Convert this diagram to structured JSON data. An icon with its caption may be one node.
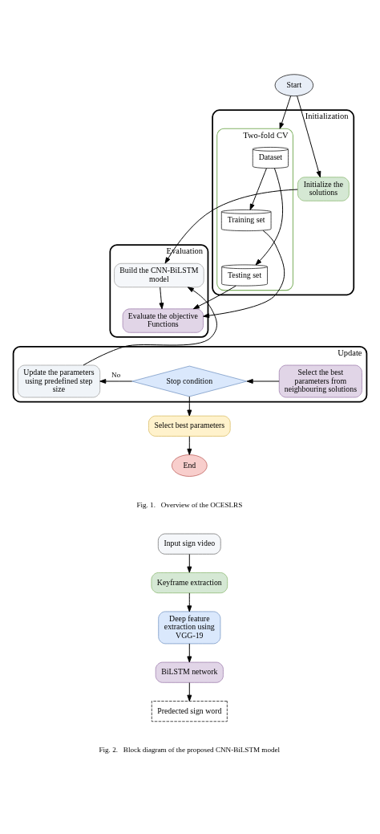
{
  "diagram": {
    "nodes": [
      {
        "text": [
          "Start"
        ]
      },
      {
        "text": [
          "Initialization"
        ]
      },
      {
        "text": [
          "Initialize the solutions"
        ],
        "in": 1
      },
      {
        "text": [
          "Two-fold CV"
        ],
        "in": 1
      },
      {
        "text": [
          "Dataset"
        ],
        "in": 3
      },
      {
        "text": [
          "Training set"
        ],
        "in": 3
      },
      {
        "text": [
          "Testing set"
        ],
        "in": 3
      },
      {
        "text": [
          "Evaluation"
        ]
      },
      {
        "text": [
          "Build the CNN-BiLSTM model"
        ],
        "in": 7
      },
      {
        "text": [
          "Evaluate the objective Functions"
        ],
        "in": 7
      },
      {
        "text": [
          "Update"
        ]
      },
      {
        "text": [
          "Update the parameters using predefined step size"
        ],
        "in": 10
      },
      {
        "text": [
          "Stop condition"
        ],
        "in": 10
      },
      {
        "text": [
          "Select the best parameters from neighbouring solutions"
        ],
        "in": 10
      },
      {
        "text": [
          "Select best parameters"
        ]
      },
      {
        "text": [
          "End"
        ]
      },
      {
        "text": [
          "Input sign video"
        ]
      },
      {
        "text": [
          "Keyframe extraction"
        ]
      },
      {
        "text": [
          "Deep feature extraction using VGG-19"
        ]
      },
      {
        "text": [
          "BiLSTM network"
        ]
      },
      {
        "text": [
          "Predected sign word"
        ]
      }
    ],
    "edges": [
      {
        "from": 0,
        "to": 2,
        "arrow": "to"
      },
      {
        "from": 0,
        "to": 3,
        "arrow": "to"
      },
      {
        "from": 4,
        "to": 5,
        "arrow": "to"
      },
      {
        "from": 4,
        "to": 6,
        "arrow": "to"
      },
      {
        "from": 2,
        "to": 8,
        "arrow": "to"
      },
      {
        "from": 5,
        "to": 9,
        "arrow": "to"
      },
      {
        "from": 6,
        "to": 9,
        "arrow": "to"
      },
      {
        "from": 8,
        "to": 9,
        "arrow": "to"
      },
      {
        "from": 11,
        "to": 8,
        "arrow": "to"
      },
      {
        "from": 13,
        "to": 12,
        "arrow": "to"
      },
      {
        "from": 12,
        "to": 11,
        "arrow": "to",
        "label": "No"
      },
      {
        "from": 12,
        "to": 14,
        "arrow": "to"
      },
      {
        "from": 14,
        "to": 15,
        "arrow": "to"
      },
      {
        "from": 16,
        "to": 17,
        "arrow": "to"
      },
      {
        "from": 17,
        "to": 18,
        "arrow": "to"
      },
      {
        "from": 18,
        "to": 19,
        "arrow": "to"
      },
      {
        "from": 19,
        "to": 20,
        "arrow": "to"
      }
    ],
    "labels": [
      "Fig. 1.   Overview of the OCESLRS",
      "Fig. 2.   Block diagram of the proposed CNN-BiLSTM model"
    ]
  }
}
